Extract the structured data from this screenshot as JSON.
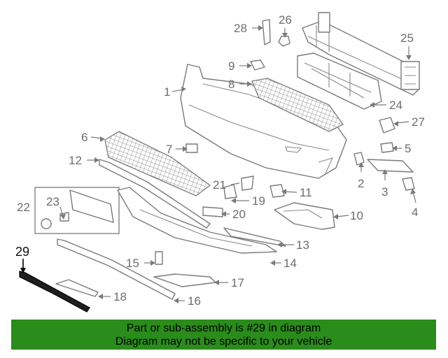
{
  "callouts": [
    {
      "id": "c1",
      "text": "1"
    },
    {
      "id": "c2",
      "text": "2"
    },
    {
      "id": "c3",
      "text": "3"
    },
    {
      "id": "c4",
      "text": "4"
    },
    {
      "id": "c5",
      "text": "5"
    },
    {
      "id": "c6",
      "text": "6"
    },
    {
      "id": "c7",
      "text": "7"
    },
    {
      "id": "c8",
      "text": "8"
    },
    {
      "id": "c9",
      "text": "9"
    },
    {
      "id": "c10",
      "text": "10"
    },
    {
      "id": "c11",
      "text": "11"
    },
    {
      "id": "c12",
      "text": "12"
    },
    {
      "id": "c13",
      "text": "13"
    },
    {
      "id": "c14",
      "text": "14"
    },
    {
      "id": "c15",
      "text": "15"
    },
    {
      "id": "c16",
      "text": "16"
    },
    {
      "id": "c17",
      "text": "17"
    },
    {
      "id": "c18",
      "text": "18"
    },
    {
      "id": "c19",
      "text": "19"
    },
    {
      "id": "c20",
      "text": "20"
    },
    {
      "id": "c21",
      "text": "21"
    },
    {
      "id": "c22",
      "text": "22"
    },
    {
      "id": "c23",
      "text": "23"
    },
    {
      "id": "c24",
      "text": "24"
    },
    {
      "id": "c25",
      "text": "25"
    },
    {
      "id": "c26",
      "text": "26"
    },
    {
      "id": "c27",
      "text": "27"
    },
    {
      "id": "c28",
      "text": "28"
    },
    {
      "id": "c29",
      "text": "29"
    }
  ],
  "highlight_color": "#000000",
  "banner": {
    "line1": "Part or sub-assembly is #29 in diagram",
    "line2": "Diagram may not be specific to your vehicle",
    "background": "#2a8c1a"
  }
}
